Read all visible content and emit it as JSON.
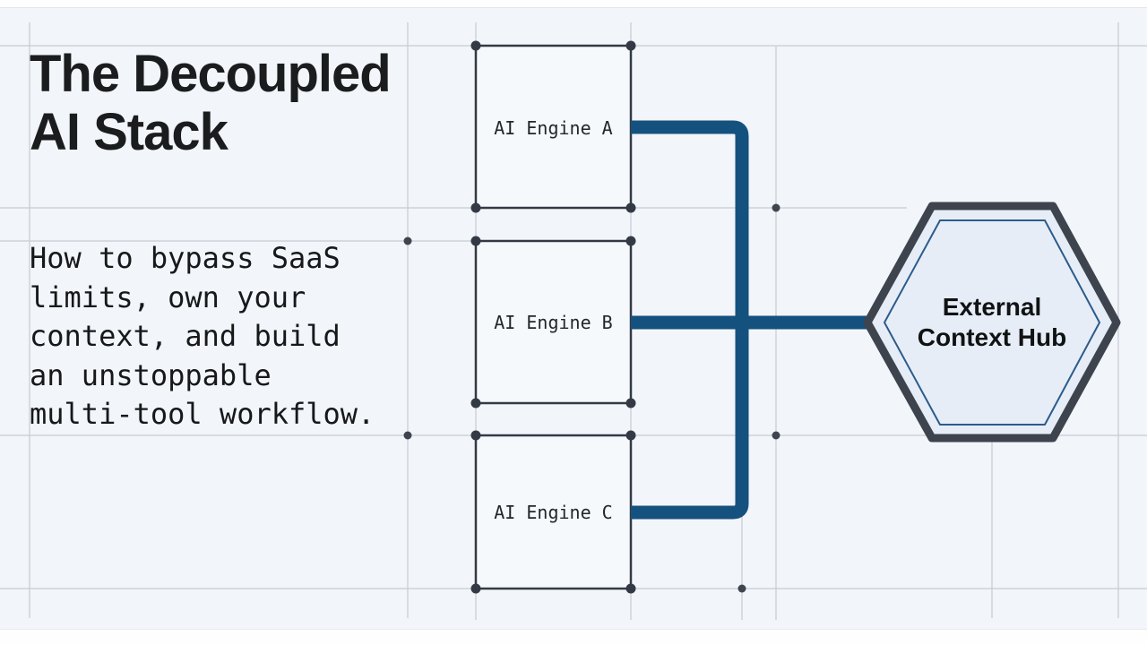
{
  "header": {
    "title_line1": "The Decoupled",
    "title_line2": "AI Stack"
  },
  "subtitle": {
    "lines": [
      "How to bypass SaaS",
      "limits, own your",
      "context, and build",
      "an unstoppable",
      "multi-tool workflow."
    ]
  },
  "engines": [
    {
      "label": "AI Engine A"
    },
    {
      "label": "AI Engine B"
    },
    {
      "label": "AI Engine C"
    }
  ],
  "hub": {
    "label": "External Context Hub"
  },
  "colors": {
    "background": "#f2f5f9",
    "connector_blue": "#15517e",
    "node_border": "#333a45",
    "node_fill": "#f6f9fc",
    "hub_border": "#3d444e",
    "hub_fill": "#e7edf6",
    "hub_inner_stroke": "#2a5c8c",
    "grid_line": "#c7ccd3",
    "title_text": "#1a1c1e"
  }
}
